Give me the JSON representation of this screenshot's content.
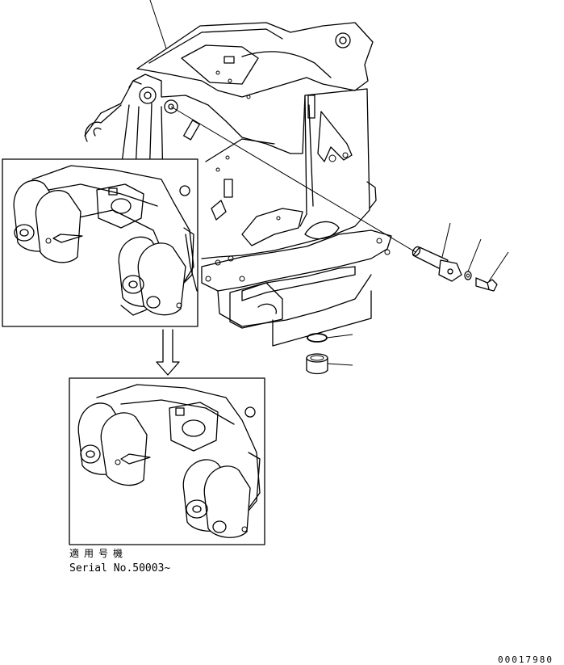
{
  "caption": {
    "applicable_serial_label": "適用号機",
    "serial_text": "Serial No.50003~"
  },
  "drawing_number": "00017980",
  "colors": {
    "line": "#000000",
    "background": "#ffffff"
  }
}
